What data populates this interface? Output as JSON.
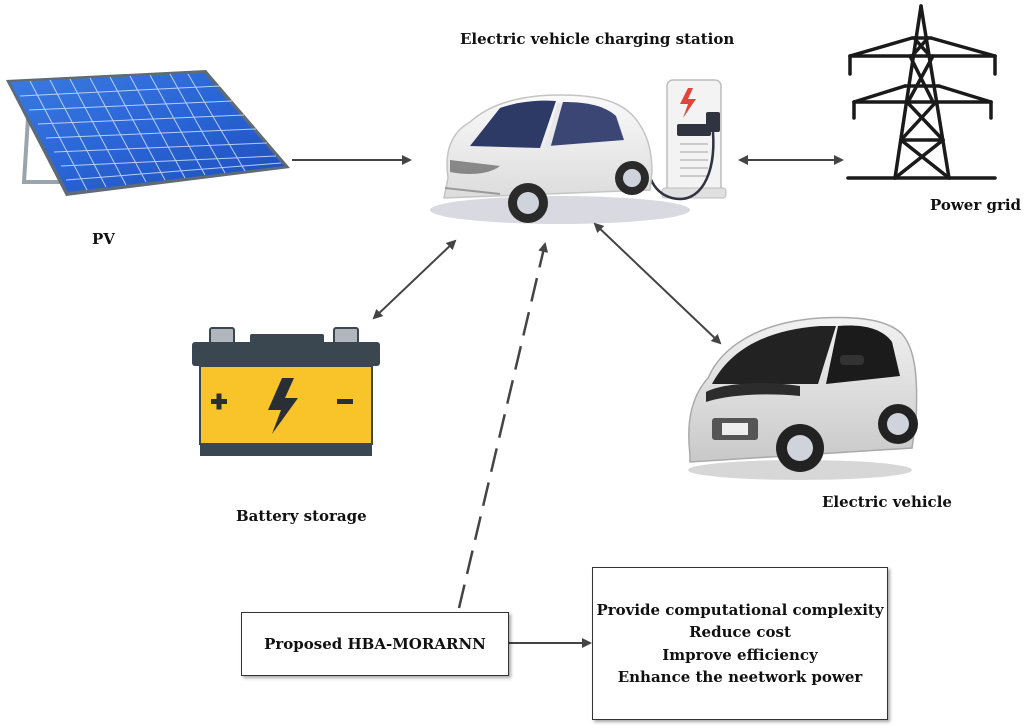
{
  "diagram": {
    "station_label": "Electric vehicle charging station",
    "pv_label": "PV",
    "grid_label": "Power grid",
    "battery_label": "Battery storage",
    "ev_label": "Electric vehicle",
    "proposed_label": "Proposed HBA-MORARNN",
    "benefits": [
      "Provide computational complexity",
      "Reduce cost",
      "Improve efficiency",
      "Enhance the neetwork power"
    ],
    "icons": [
      "solar-panel-icon",
      "charging-station-car-icon",
      "transmission-tower-icon",
      "battery-icon",
      "electric-car-icon"
    ],
    "colors": {
      "panel_blue": "#1f57c9",
      "battery_yellow": "#f8c42a",
      "battery_dark": "#3a4650",
      "arrow": "#444444"
    }
  }
}
